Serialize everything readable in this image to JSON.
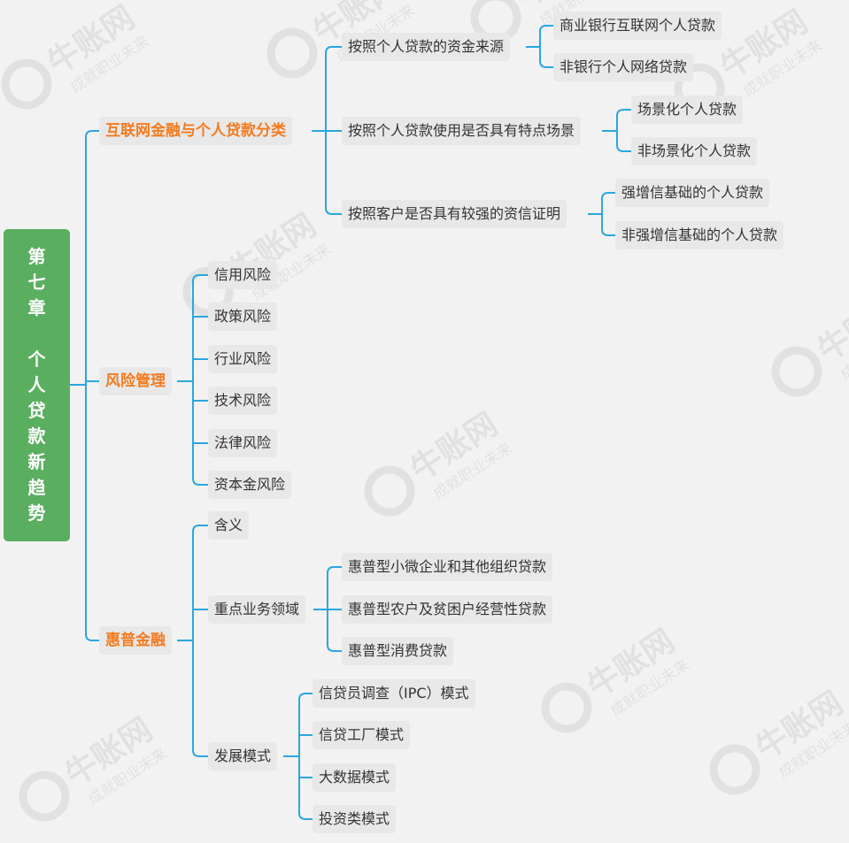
{
  "colors": {
    "line": "#2aa7e0",
    "root_bg": "#5aae5f",
    "level1_text": "#f47b20",
    "node_bg": "#e8e8e8"
  },
  "root": {
    "title": "第七章",
    "subtitle": "个人贷款新趋势"
  },
  "watermark": {
    "brand": "牛账网",
    "slogan": "成就职业未来"
  },
  "branches": [
    {
      "label": "互联网金融与个人贷款分类",
      "children": [
        {
          "label": "按照个人贷款的资金来源",
          "children": [
            "商业银行互联网个人贷款",
            "非银行个人网络贷款"
          ]
        },
        {
          "label": "按照个人贷款使用是否具有特点场景",
          "children": [
            "场景化个人贷款",
            "非场景化个人贷款"
          ]
        },
        {
          "label": "按照客户是否具有较强的资信证明",
          "children": [
            "强增信基础的个人贷款",
            "非强增信基础的个人贷款"
          ]
        }
      ]
    },
    {
      "label": "风险管理",
      "children": [
        "信用风险",
        "政策风险",
        "行业风险",
        "技术风险",
        "法律风险",
        "资本金风险"
      ]
    },
    {
      "label": "惠普金融",
      "children": [
        {
          "label": "含义"
        },
        {
          "label": "重点业务领域",
          "children": [
            "惠普型小微企业和其他组织贷款",
            "惠普型农户及贫困户经营性贷款",
            "惠普型消费贷款"
          ]
        },
        {
          "label": "发展模式",
          "children": [
            "信贷员调查（IPC）模式",
            "信贷工厂模式",
            "大数据模式",
            "投资类模式"
          ]
        }
      ]
    }
  ]
}
